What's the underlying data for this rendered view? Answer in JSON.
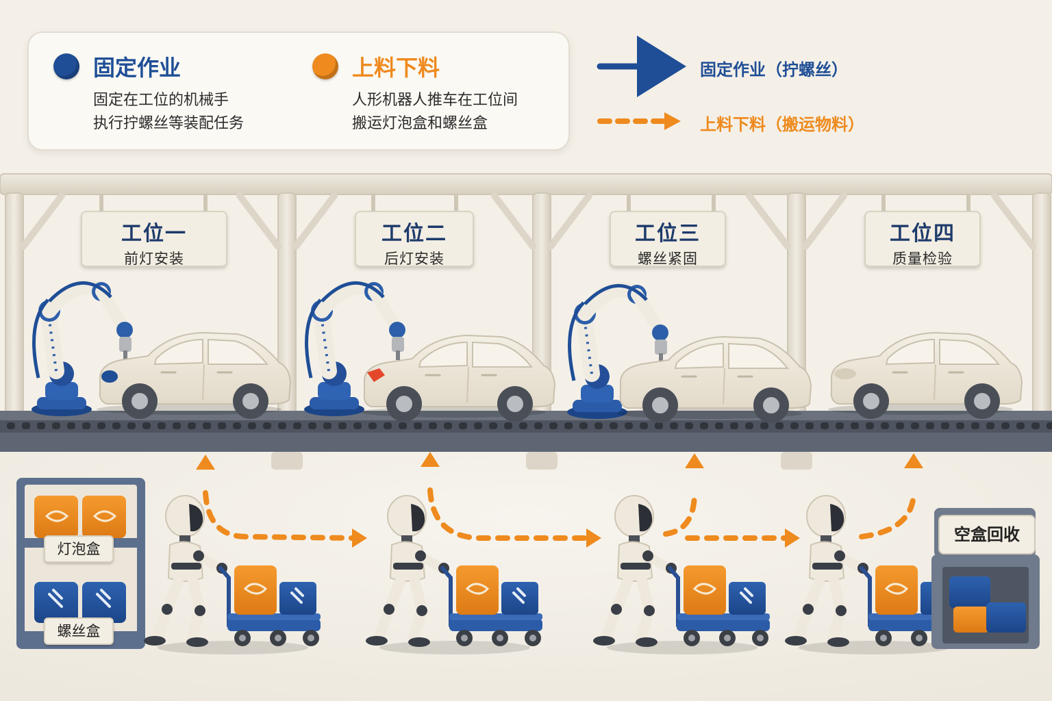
{
  "legend": {
    "fixed": {
      "title": "固定作业",
      "desc": [
        "固定在工位的机械手",
        "执行拧螺丝等装配任务"
      ]
    },
    "logistics": {
      "title": "上料下料",
      "desc": [
        "人形机器人推车在工位间",
        "搬运灯泡盒和螺丝盒"
      ]
    }
  },
  "key": {
    "fixed_label": "固定作业（拧螺丝）",
    "logistics_label": "上料下料（搬运物料）"
  },
  "stations": [
    {
      "name": "工位一",
      "task": "前灯安装"
    },
    {
      "name": "工位二",
      "task": "后灯安装"
    },
    {
      "name": "工位三",
      "task": "螺丝紧固"
    },
    {
      "name": "工位四",
      "task": "质量检验"
    }
  ],
  "shelf": {
    "bulb_box_label": "灯泡盒",
    "screw_box_label": "螺丝盒"
  },
  "recycle": {
    "label": "空盒回收"
  },
  "colors": {
    "fixed_blue": "#1f4e96",
    "logistics_orange": "#ee8a1e",
    "frame": "#e7e1d5",
    "conveyor": "#4e5561"
  }
}
